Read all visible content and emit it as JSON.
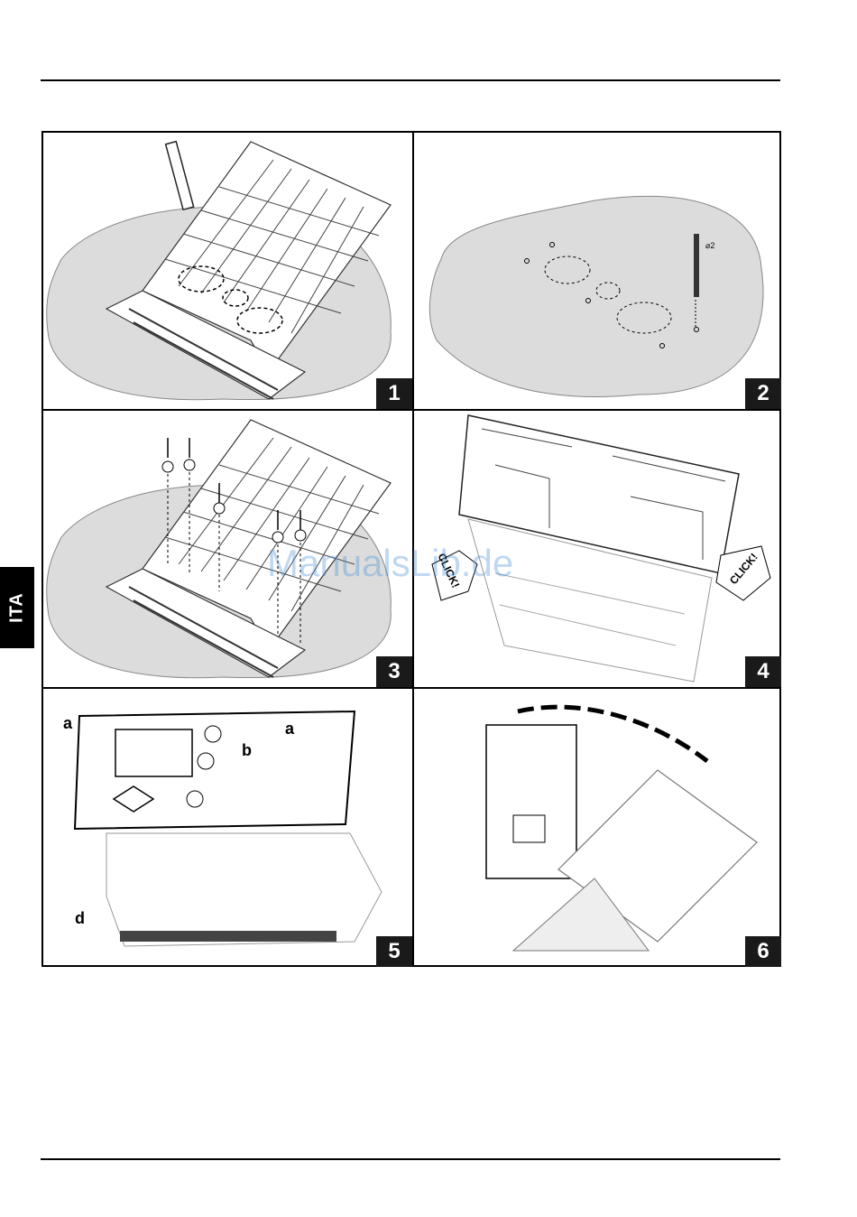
{
  "side_tab": {
    "label": "ITA"
  },
  "panels": [
    {
      "number": "1"
    },
    {
      "number": "2",
      "dim_label": "⌀2"
    },
    {
      "number": "3"
    },
    {
      "number": "4",
      "click_left": "CLICK!",
      "click_right": "CLICK!"
    },
    {
      "number": "5",
      "label_a1": "a",
      "label_a2": "a",
      "label_b": "b",
      "label_d": "d"
    },
    {
      "number": "6"
    }
  ],
  "watermark": "ManualsLib.de",
  "colors": {
    "ground": "#dcdcdc",
    "tab": "#000000",
    "number_bg": "#1a1a1a",
    "watermark": "#4a90d9"
  }
}
